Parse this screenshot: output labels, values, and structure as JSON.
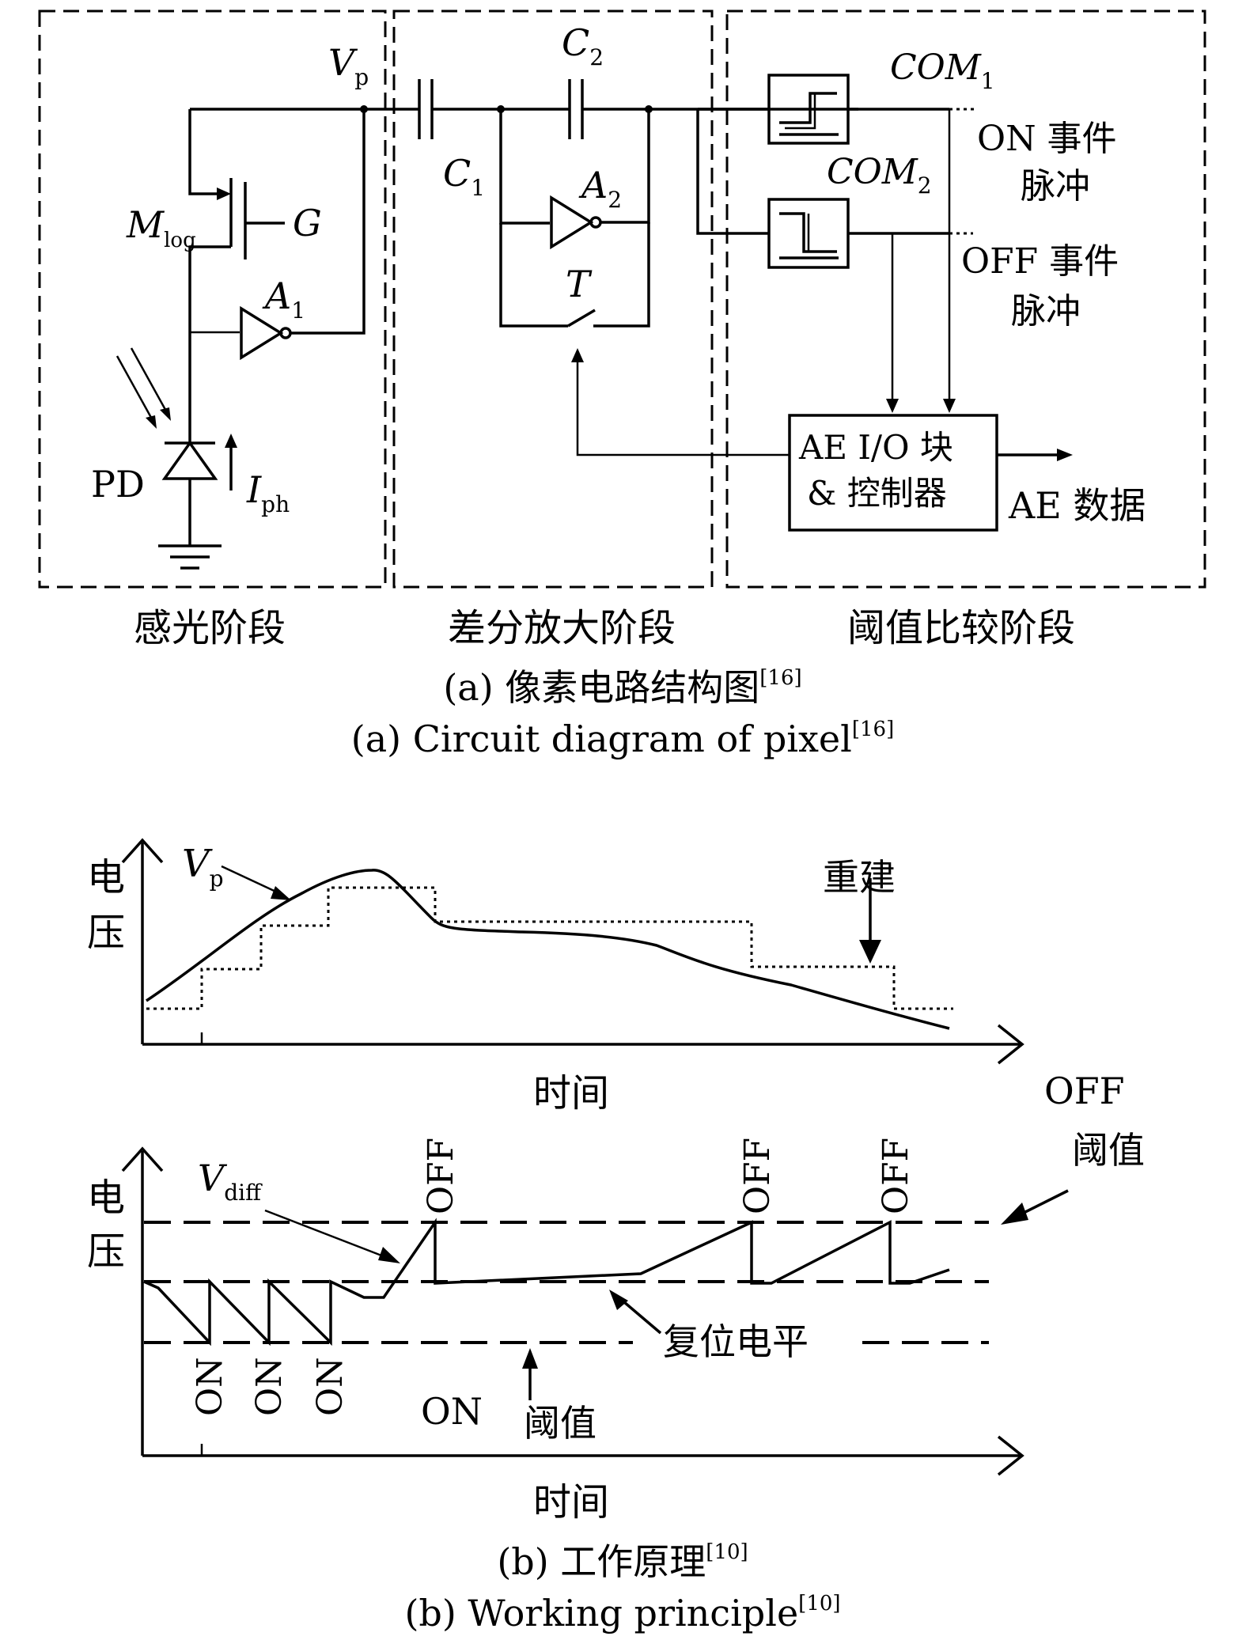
{
  "circuit": {
    "vp_label": "V",
    "vp_sub": "p",
    "c1_label": "C",
    "c1_sub": "1",
    "c2_label": "C",
    "c2_sub": "2",
    "a1_label": "A",
    "a1_sub": "1",
    "a2_label": "A",
    "a2_sub": "2",
    "mlog_label": "M",
    "mlog_sub": "log",
    "g_label": "G",
    "t_label": "T",
    "pd_label": "PD",
    "iph_label": "I",
    "iph_sub": "ph",
    "com1_label": "COM",
    "com1_sub": "1",
    "com2_label": "COM",
    "com2_sub": "2",
    "on_event_line1": "ON 事件",
    "on_event_line2": "脉冲",
    "off_event_line1": "OFF 事件",
    "off_event_line2": "脉冲",
    "aeio_line1": "AE I/O 块",
    "aeio_line2": "& 控制器",
    "ae_data": "AE 数据"
  },
  "stages": [
    "感光阶段",
    "差分放大阶段",
    "阈值比较阶段"
  ],
  "caption_a_cn": "(a) 像素电路结构图",
  "caption_a_en": "(a) Circuit diagram of pixel",
  "caption_a_ref": "[16]",
  "plot_top": {
    "ylabel_line1": "电",
    "ylabel_line2": "压",
    "xlabel": "时间",
    "vp_label": "V",
    "vp_sub": "p",
    "reconstruct_label": "重建"
  },
  "plot_bottom": {
    "ylabel_line1": "电",
    "ylabel_line2": "压",
    "xlabel": "时间",
    "vdiff_label": "V",
    "vdiff_sub": "diff",
    "off_marks": [
      "OFF",
      "OFF",
      "OFF"
    ],
    "on_marks": [
      "ON",
      "ON",
      "ON"
    ],
    "off_threshold_line1": "OFF",
    "off_threshold_line2": "阈值",
    "reset_level": "复位电平",
    "on_threshold_on": "ON",
    "on_threshold_cn": "阈值"
  },
  "caption_b_cn": "(b) 工作原理",
  "caption_b_en": "(b) Working principle",
  "caption_b_ref": "[10]"
}
